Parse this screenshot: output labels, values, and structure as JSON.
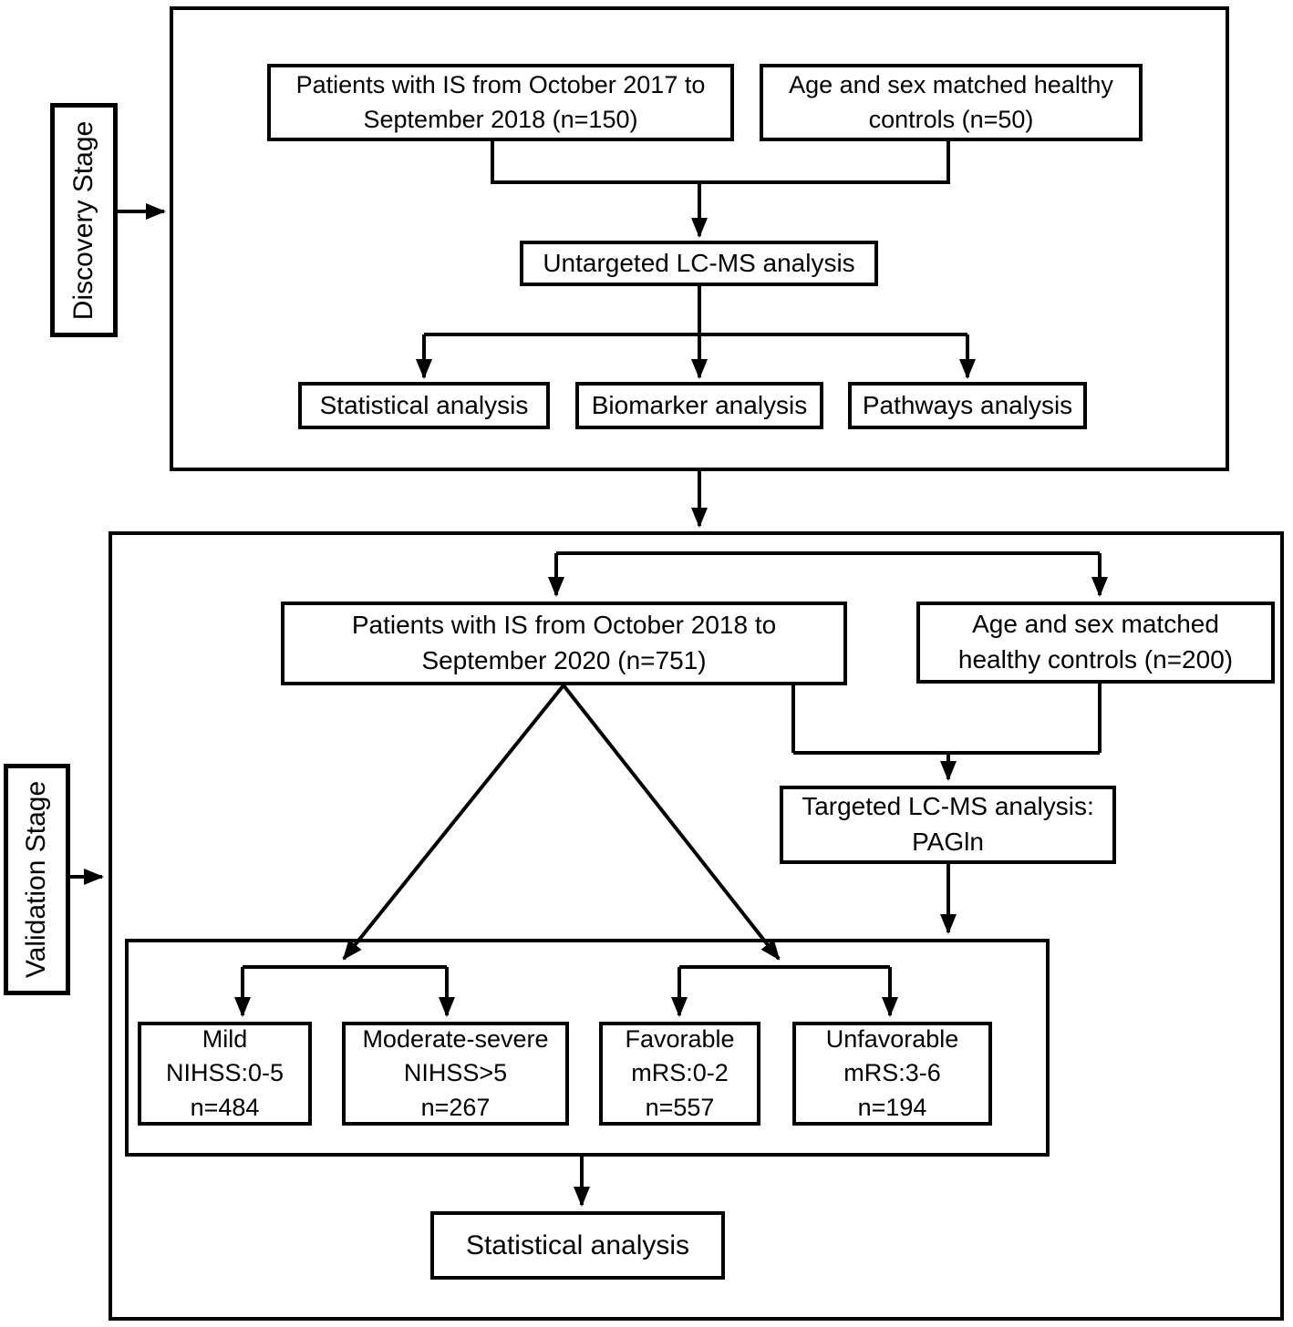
{
  "colors": {
    "stroke": "#000000",
    "background": "#ffffff",
    "text": "#000000"
  },
  "discovery": {
    "stage_label": "Discovery Stage",
    "patients_box": [
      "Patients with IS from October 2017 to",
      "September 2018 (n=150)"
    ],
    "controls_box": [
      "Age and sex matched healthy",
      "controls (n=50)"
    ],
    "analysis_box": "Untargeted LC-MS analysis",
    "statistical_box": "Statistical analysis",
    "biomarker_box": "Biomarker analysis",
    "pathways_box": "Pathways analysis"
  },
  "validation": {
    "stage_label": "Validation Stage",
    "patients_box": [
      "Patients with IS from October 2018 to",
      "September 2020 (n=751)"
    ],
    "controls_box": [
      "Age and sex matched",
      "healthy controls (n=200)"
    ],
    "targeted_box": [
      "Targeted LC-MS analysis:",
      "PAGln"
    ],
    "severity_mild_box": [
      "Mild",
      "NIHSS:0-5",
      "n=484"
    ],
    "severity_moderate_box": [
      "Moderate-severe",
      "NIHSS>5",
      "n=267"
    ],
    "outcome_favorable_box": [
      "Favorable",
      "mRS:0-2",
      "n=557"
    ],
    "outcome_unfavorable_box": [
      "Unfavorable",
      "mRS:3-6",
      "n=194"
    ],
    "statistical_box": "Statistical analysis"
  }
}
